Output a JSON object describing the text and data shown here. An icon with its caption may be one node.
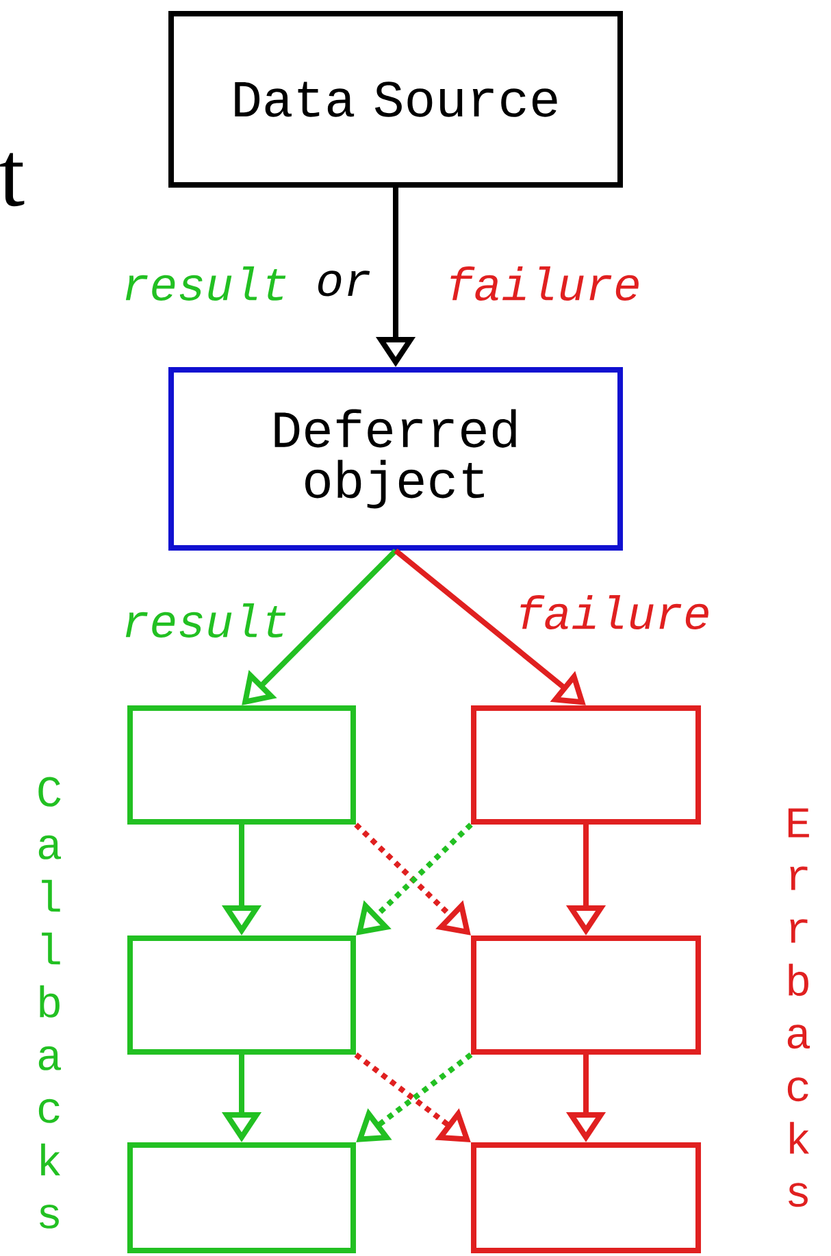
{
  "diagram": {
    "nodes": [
      {
        "text": [
          "Data Source"
        ]
      },
      {
        "text": [
          "Deferred object"
        ]
      },
      {
        "text": [],
        "shape": "box"
      },
      {
        "text": [],
        "shape": "box"
      },
      {
        "text": [],
        "shape": "box"
      },
      {
        "text": [],
        "shape": "box"
      },
      {
        "text": [],
        "shape": "box"
      },
      {
        "text": [],
        "shape": "box"
      }
    ],
    "edges": [
      {
        "from": 0,
        "to": 1,
        "arrow": "to",
        "color": "#000000"
      },
      {
        "from": 1,
        "to": 2,
        "arrow": "to",
        "label": "result",
        "color": "#22c022"
      },
      {
        "from": 1,
        "to": 3,
        "arrow": "to",
        "label": "failure",
        "color": "#e02020"
      },
      {
        "from": 2,
        "to": 4,
        "arrow": "to",
        "color": "#22c022"
      },
      {
        "from": 3,
        "to": 5,
        "arrow": "to",
        "color": "#e02020"
      },
      {
        "from": 2,
        "to": 5,
        "arrow": "to",
        "style": "dashed",
        "color": "#e02020"
      },
      {
        "from": 3,
        "to": 4,
        "arrow": "to",
        "style": "dashed",
        "color": "#22c022"
      },
      {
        "from": 4,
        "to": 6,
        "arrow": "to",
        "color": "#22c022"
      },
      {
        "from": 5,
        "to": 7,
        "arrow": "to",
        "color": "#e02020"
      },
      {
        "from": 4,
        "to": 7,
        "arrow": "to",
        "style": "dashed",
        "color": "#e02020"
      },
      {
        "from": 5,
        "to": 6,
        "arrow": "to",
        "style": "dashed",
        "color": "#22c022"
      }
    ],
    "labels": [
      "t",
      "result",
      "or",
      "failure",
      "Callbacks",
      "Errbacks"
    ]
  }
}
